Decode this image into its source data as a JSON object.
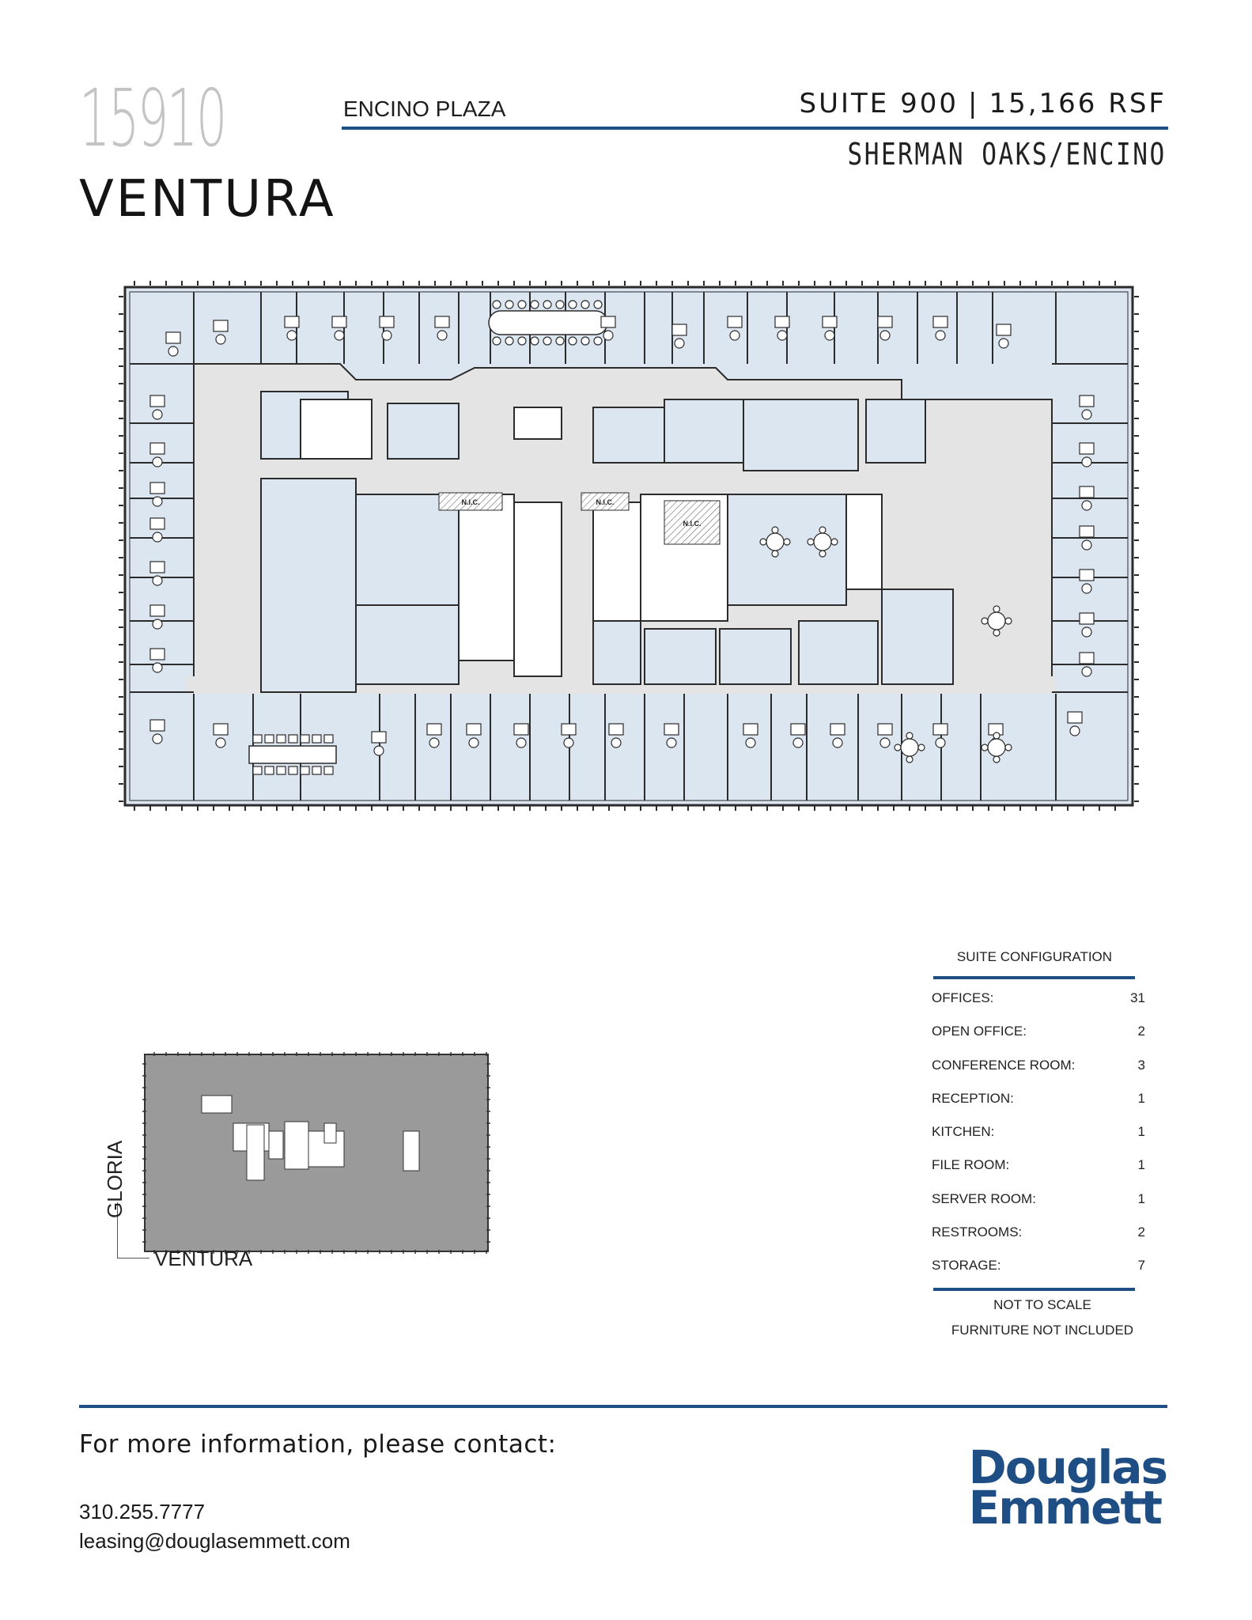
{
  "header": {
    "address_number": "15910",
    "address_street": "VENTURA",
    "building_name": "ENCINO PLAZA",
    "suite": "SUITE 900",
    "separator": "|",
    "rsf": "15,166 RSF",
    "submarket": "SHERMAN OAKS/ENCINO"
  },
  "floor_plan": {
    "nic_label": "N.I.C.",
    "colors": {
      "room_fill": "#dce6f1",
      "corridor_fill": "#e4e4e4",
      "wall": "#2b2b2b"
    }
  },
  "key_plan": {
    "streets": {
      "west": "GLORIA",
      "south": "VENTURA"
    },
    "colors": {
      "floor_fill": "#9a9a9a",
      "core_fill": "#ffffff"
    }
  },
  "suite_configuration": {
    "title": "SUITE CONFIGURATION",
    "rows": [
      {
        "label": "OFFICES:",
        "value": "31"
      },
      {
        "label": "OPEN OFFICE:",
        "value": "2"
      },
      {
        "label": "CONFERENCE ROOM:",
        "value": "3"
      },
      {
        "label": "RECEPTION:",
        "value": "1"
      },
      {
        "label": "KITCHEN:",
        "value": "1"
      },
      {
        "label": "FILE ROOM:",
        "value": "1"
      },
      {
        "label": "SERVER ROOM:",
        "value": "1"
      },
      {
        "label": "RESTROOMS:",
        "value": "2"
      },
      {
        "label": "STORAGE:",
        "value": "7"
      }
    ],
    "notes": [
      "NOT TO SCALE",
      "FURNITURE NOT INCLUDED"
    ]
  },
  "footer": {
    "contact_heading": "For more information, please contact:",
    "phone": "310.255.7777",
    "email": "leasing@douglasemmett.com",
    "logo_line1": "Douglas",
    "logo_line2": "Emmett",
    "brand_color": "#1f4e85"
  }
}
